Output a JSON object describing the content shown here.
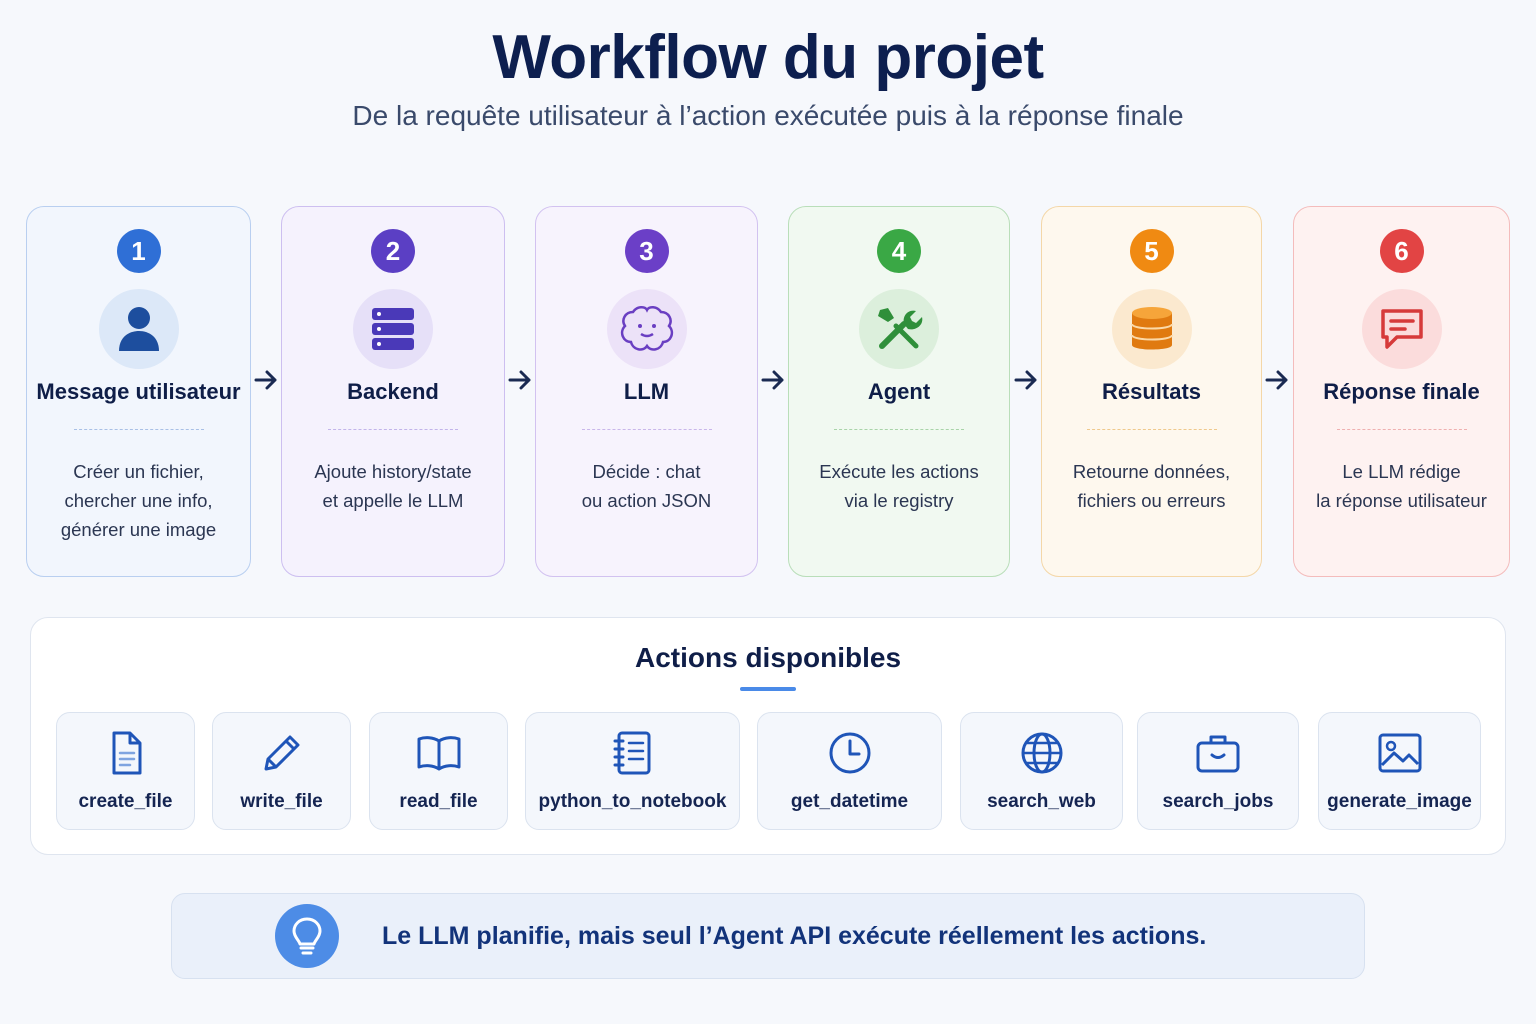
{
  "header": {
    "title": "Workflow du projet",
    "subtitle": "De la requête utilisateur à l’action exécutée puis à la réponse finale"
  },
  "steps": [
    {
      "number": "1",
      "title": "Message utilisateur",
      "lines": [
        "Créer un fichier,",
        "chercher une info,",
        "générer une image"
      ],
      "icon": "user-icon",
      "accent": "#2f6fd6"
    },
    {
      "number": "2",
      "title": "Backend",
      "lines": [
        "Ajoute history/state",
        "et appelle le LLM"
      ],
      "icon": "server-icon",
      "accent": "#5b3fc4"
    },
    {
      "number": "3",
      "title": "LLM",
      "lines": [
        "Décide : chat",
        "ou action JSON"
      ],
      "icon": "brain-icon",
      "accent": "#6b3fc7"
    },
    {
      "number": "4",
      "title": "Agent",
      "lines": [
        "Exécute les actions",
        "via le registry"
      ],
      "icon": "tools-icon",
      "accent": "#3aa845"
    },
    {
      "number": "5",
      "title": "Résultats",
      "lines": [
        "Retourne données,",
        "fichiers ou erreurs"
      ],
      "icon": "database-icon",
      "accent": "#f08a12"
    },
    {
      "number": "6",
      "title": "Réponse finale",
      "lines": [
        "Le LLM rédige",
        "la réponse utilisateur"
      ],
      "icon": "chat-icon",
      "accent": "#e24444"
    }
  ],
  "actions": {
    "title": "Actions disponibles",
    "items": [
      {
        "label": "create_file",
        "icon": "file-icon"
      },
      {
        "label": "write_file",
        "icon": "pencil-icon"
      },
      {
        "label": "read_file",
        "icon": "book-icon"
      },
      {
        "label": "python_to_notebook",
        "icon": "notebook-icon"
      },
      {
        "label": "get_datetime",
        "icon": "clock-icon"
      },
      {
        "label": "search_web",
        "icon": "globe-icon"
      },
      {
        "label": "search_jobs",
        "icon": "briefcase-icon"
      },
      {
        "label": "generate_image",
        "icon": "image-icon"
      }
    ]
  },
  "tip": {
    "text": "Le LLM planifie, mais seul l’Agent API exécute réellement les actions.",
    "icon": "lightbulb-icon"
  }
}
